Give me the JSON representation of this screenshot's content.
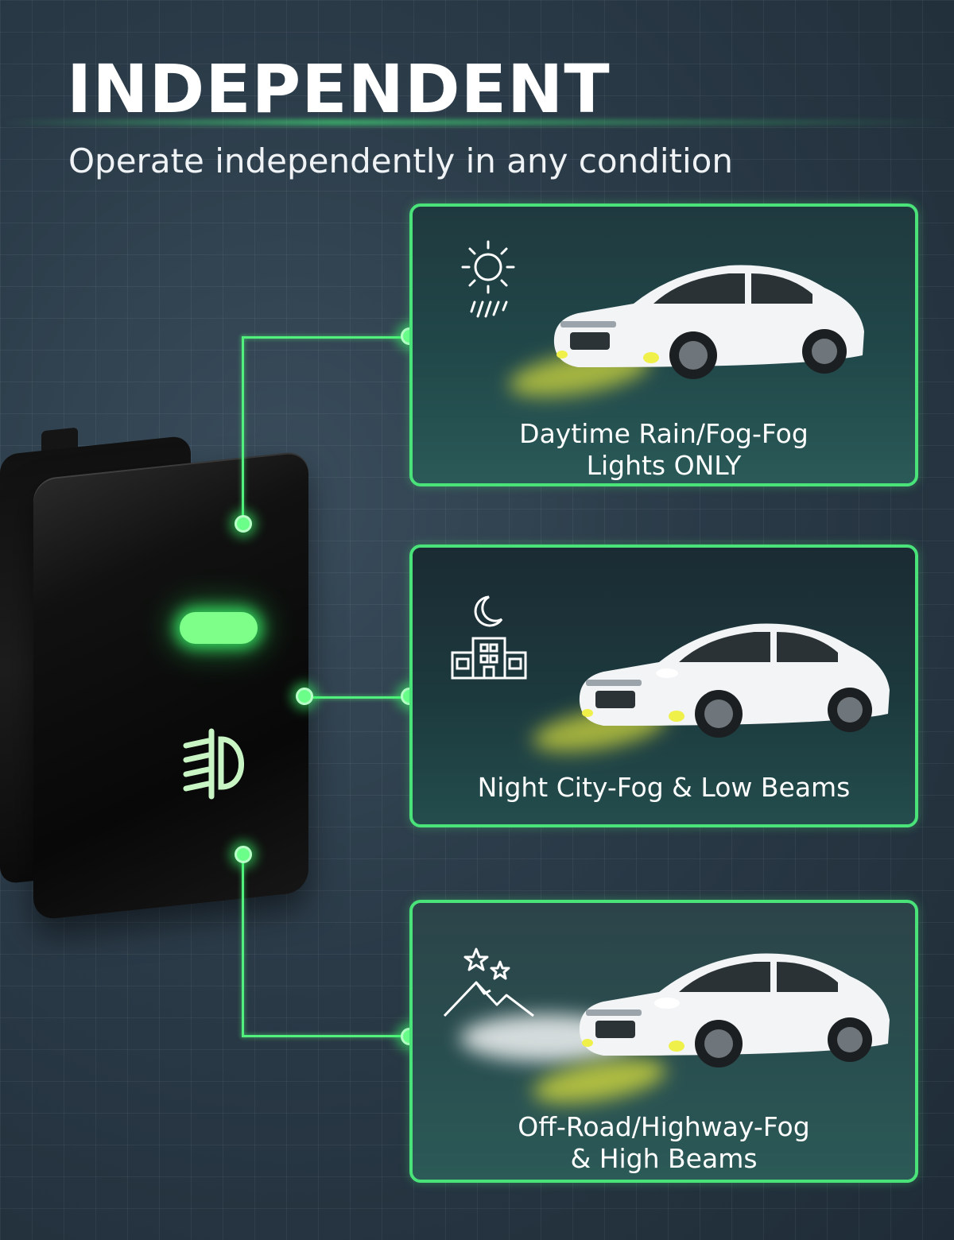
{
  "header": {
    "title": "INDEPENDENT",
    "subtitle": "Operate independently in any condition"
  },
  "colors": {
    "accent_green": "#4ae37a",
    "fog_yellow": "#e6e83a",
    "background": "#2a3a47"
  },
  "switch": {
    "indicator_icon": "indicator-light-icon",
    "symbol_icon": "fog-light-icon"
  },
  "modes": [
    {
      "icon": "sun-rain-icon",
      "caption_line1": "Daytime Rain/Fog-Fog",
      "caption_line2": "Lights ONLY"
    },
    {
      "icon": "moon-city-icon",
      "caption_line1": "Night City-Fog & Low Beams",
      "caption_line2": ""
    },
    {
      "icon": "stars-mountain-icon",
      "caption_line1": "Off-Road/Highway-Fog",
      "caption_line2": "& High Beams"
    }
  ]
}
